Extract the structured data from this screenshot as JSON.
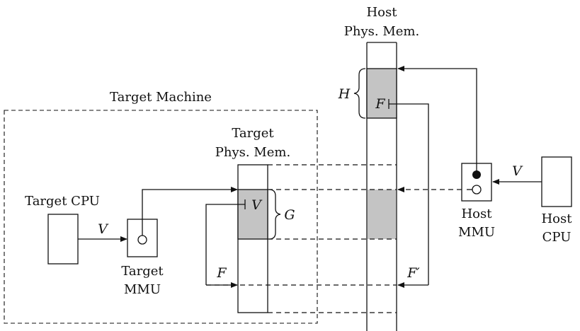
{
  "labels": {
    "host_mem_line1": "Host",
    "host_mem_line2": "Phys. Mem.",
    "target_machine": "Target Machine",
    "target_mem_line1": "Target",
    "target_mem_line2": "Phys. Mem.",
    "target_cpu": "Target CPU",
    "target_mmu_line1": "Target",
    "target_mmu_line2": "MMU",
    "host_mmu_line1": "Host",
    "host_mmu_line2": "MMU",
    "host_cpu_line1": "Host",
    "host_cpu_line2": "CPU"
  },
  "math": {
    "h": "H",
    "f_host": "F",
    "v_host": "V",
    "v_target": "V",
    "v_target_mem": "V",
    "g": "G",
    "f_target": "F",
    "f_prime": "F′"
  }
}
